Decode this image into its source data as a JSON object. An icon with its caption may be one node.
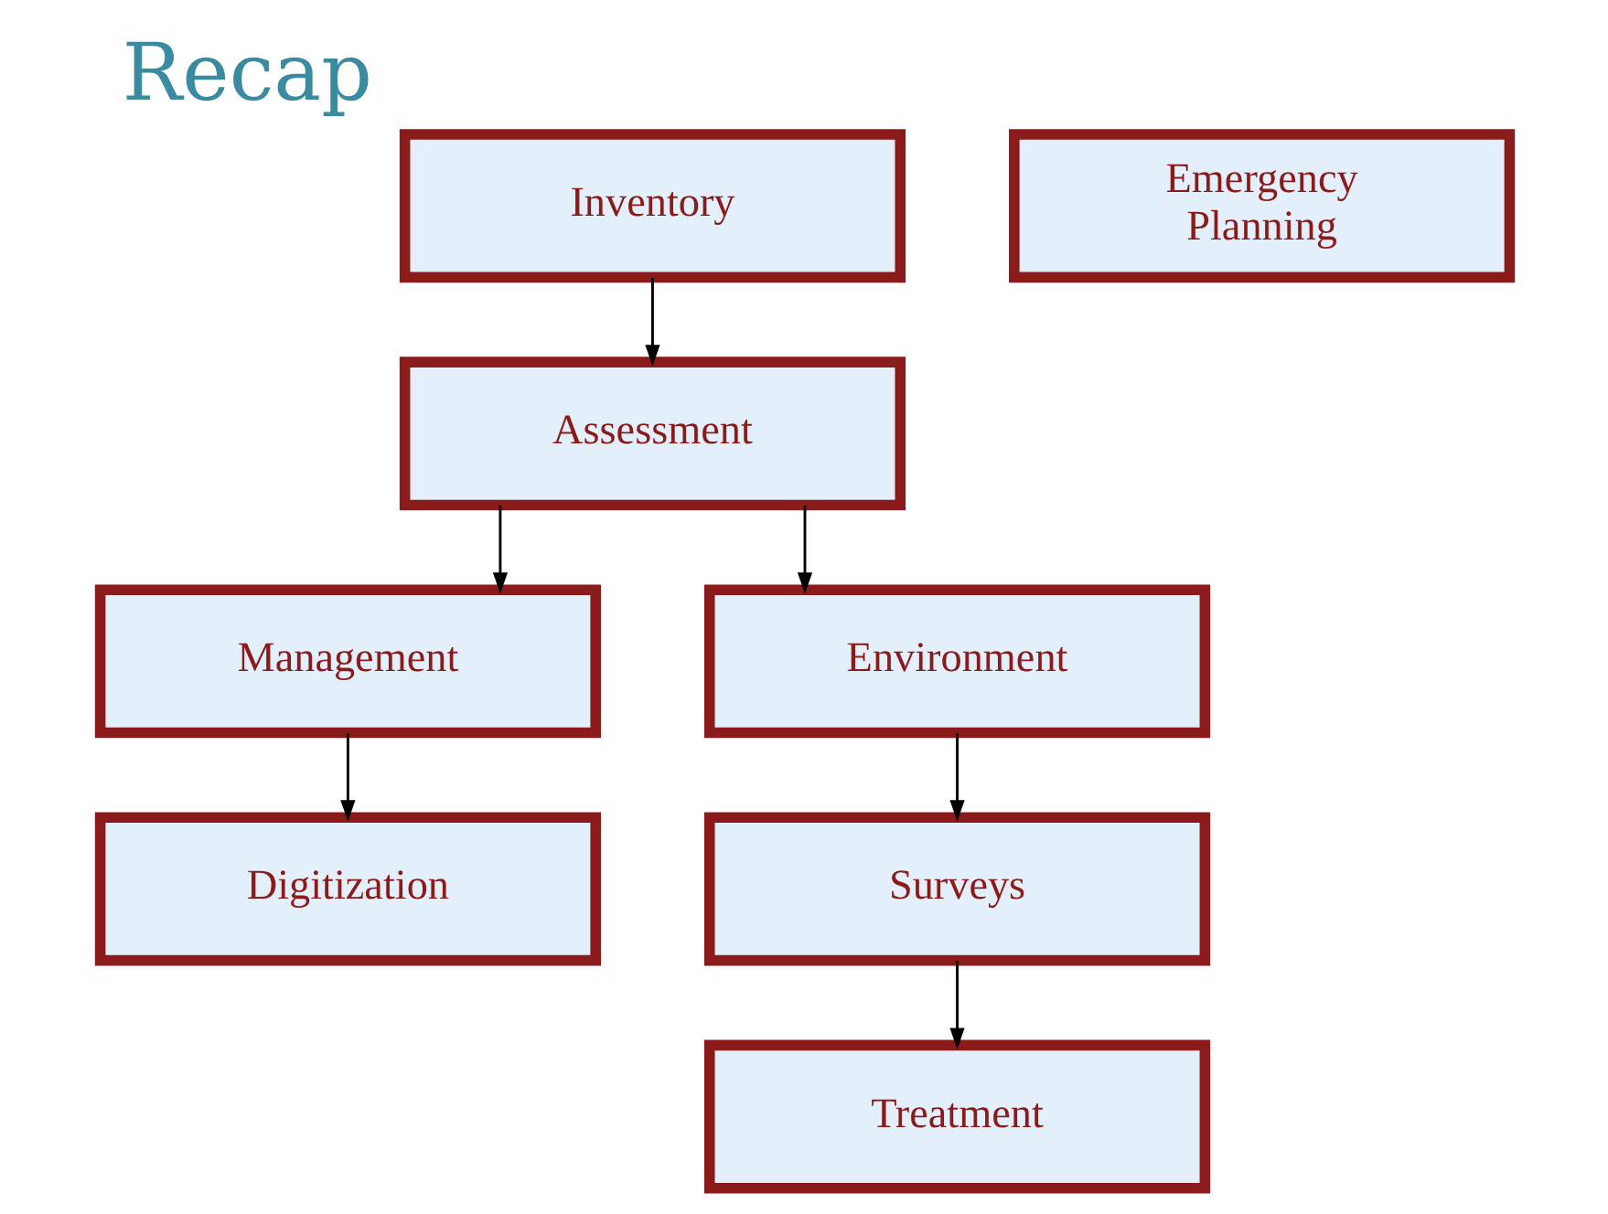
{
  "diagram": {
    "title": "Recap",
    "nodes": [
      {
        "text": [
          "Inventory"
        ]
      },
      {
        "text": [
          "Emergency Planning"
        ]
      },
      {
        "text": [
          "Assessment"
        ]
      },
      {
        "text": [
          "Management"
        ]
      },
      {
        "text": [
          "Environment"
        ]
      },
      {
        "text": [
          "Digitization"
        ]
      },
      {
        "text": [
          "Surveys"
        ]
      },
      {
        "text": [
          "Treatment"
        ]
      }
    ],
    "edges": [
      {
        "from": 0,
        "to": 2,
        "arrow": "to"
      },
      {
        "from": 2,
        "to": 3,
        "arrow": "to"
      },
      {
        "from": 2,
        "to": 4,
        "arrow": "to"
      },
      {
        "from": 3,
        "to": 5,
        "arrow": "to"
      },
      {
        "from": 4,
        "to": 6,
        "arrow": "to"
      },
      {
        "from": 6,
        "to": 7,
        "arrow": "to"
      }
    ]
  }
}
